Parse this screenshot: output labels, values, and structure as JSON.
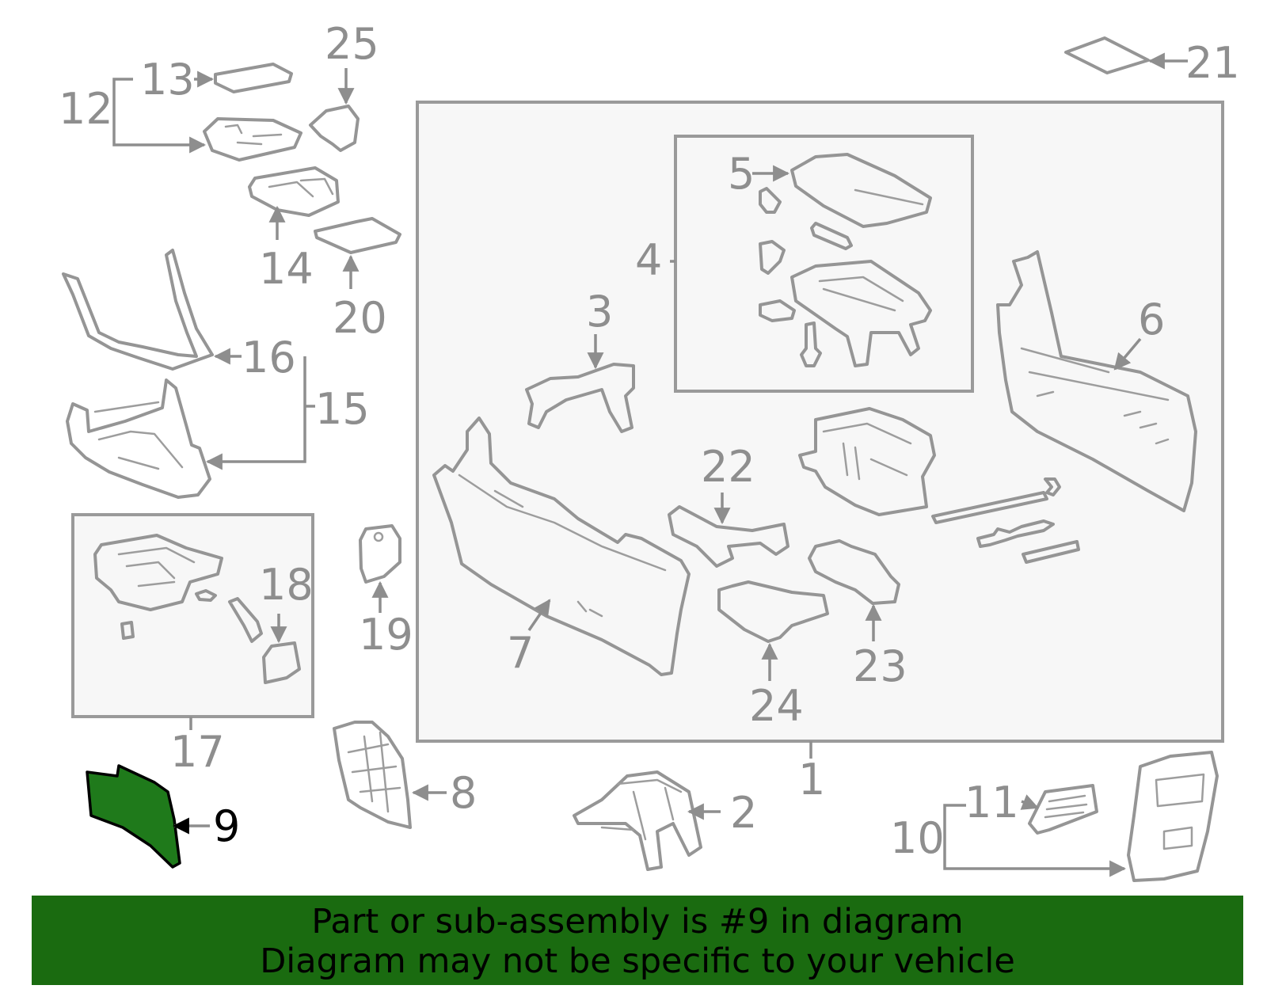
{
  "diagram": {
    "callouts": [
      "1",
      "2",
      "3",
      "4",
      "5",
      "6",
      "7",
      "8",
      "9",
      "10",
      "11",
      "12",
      "13",
      "14",
      "15",
      "16",
      "17",
      "18",
      "19",
      "20",
      "21",
      "22",
      "23",
      "24",
      "25"
    ],
    "highlighted_callout": "9",
    "colors": {
      "part_stroke": "#959595",
      "label_gray": "#8e8e8e",
      "highlight_fill": "#1f7a1b",
      "banner_bg": "#1a6b10"
    }
  },
  "banner": {
    "line1": "Part or sub-assembly is #9 in diagram",
    "line2": "Diagram may not be specific to your vehicle"
  }
}
